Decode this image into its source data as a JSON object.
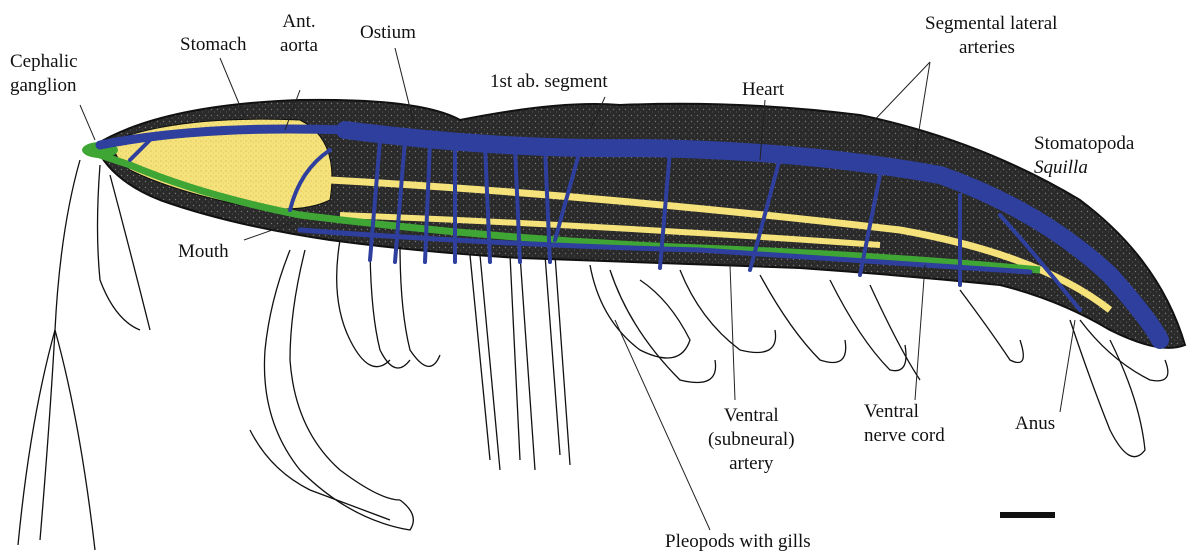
{
  "diagram": {
    "taxon": {
      "order": "Stomatopoda",
      "genus": "Squilla"
    },
    "labels": {
      "cephalic_ganglion": [
        "Cephalic",
        "ganglion"
      ],
      "stomach": "Stomach",
      "ant_aorta": [
        "Ant.",
        "aorta"
      ],
      "ostium": "Ostium",
      "first_ab_segment": "1st ab. segment",
      "heart": "Heart",
      "segmental_lateral_arteries": [
        "Segmental lateral",
        "arteries"
      ],
      "mouth": "Mouth",
      "ventral_subneural_artery": [
        "Ventral",
        "(subneural)",
        "artery"
      ],
      "ventral_nerve_cord": [
        "Ventral",
        "nerve cord"
      ],
      "anus": "Anus",
      "pleopods_with_gills": "Pleopods with gills"
    },
    "colors": {
      "circulatory_system": "#2e3f9e",
      "digestive_tract": "#f5e27a",
      "nervous_system": "#3fa535",
      "body_fill": "#2a2a2a",
      "outline": "#111111"
    },
    "scale_bar": true
  }
}
